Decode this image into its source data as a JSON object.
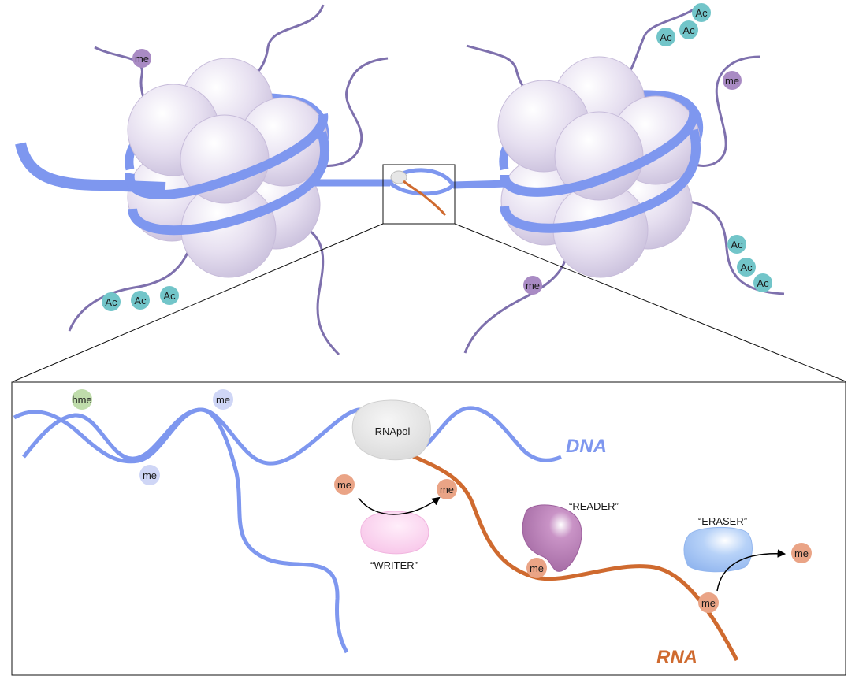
{
  "labels": {
    "dna": "DNA",
    "rna": "RNA",
    "rnapol": "RNApol",
    "writer": "“WRITER”",
    "reader": "“READER”",
    "eraser": "“ERASER”"
  },
  "marks": {
    "me": "me",
    "ac": "Ac",
    "hme": "hme"
  },
  "colors": {
    "dna": "#7e97ef",
    "rna": "#cf6a2f",
    "histone": "#e6dff0",
    "tail": "#7e70ad",
    "methyl": "#a98bc4",
    "acetyl": "#72c5c9",
    "rna_methyl": "#eaa486",
    "dna_methyl": "#cfd6f6",
    "hydroxymethyl": "#bfdcab",
    "writer": "#f9c9ec",
    "reader": "#b174b0",
    "eraser": "#a9c8f7",
    "rnapol": "#e3e3e3"
  }
}
